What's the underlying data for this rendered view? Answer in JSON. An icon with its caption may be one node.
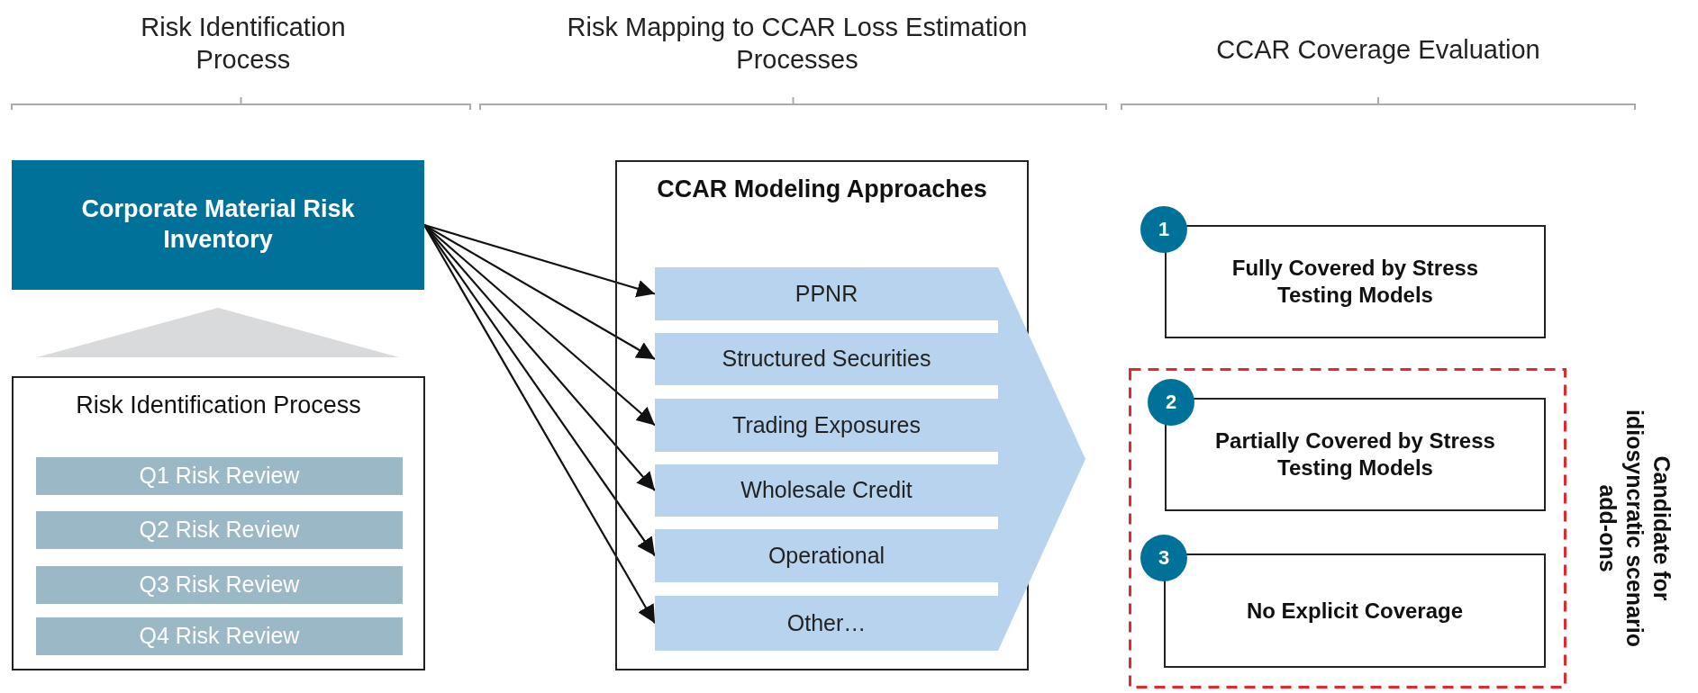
{
  "diagram": {
    "nodes": [
      {
        "text": [
          "Corporate Material Risk Inventory"
        ]
      },
      {
        "text": [],
        "shape": "triangle"
      },
      {
        "text": [
          "Risk Identification Process"
        ]
      },
      {
        "text": [
          "Q1 Risk Review"
        ],
        "in": 2
      },
      {
        "text": [
          "Q2 Risk Review"
        ],
        "in": 2
      },
      {
        "text": [
          "Q3 Risk Review"
        ],
        "in": 2
      },
      {
        "text": [
          "Q4 Risk Review"
        ],
        "in": 2
      },
      {
        "text": [
          "CCAR Modeling Approaches"
        ]
      },
      {
        "text": [
          "PPNR"
        ],
        "in": 7
      },
      {
        "text": [
          "Structured Securities"
        ],
        "in": 7
      },
      {
        "text": [
          "Trading Exposures"
        ],
        "in": 7
      },
      {
        "text": [
          "Wholesale Credit"
        ],
        "in": 7
      },
      {
        "text": [
          "Operational"
        ],
        "in": 7
      },
      {
        "text": [
          "Other…"
        ],
        "in": 7
      },
      {
        "text": [],
        "shape": "chevron"
      },
      {
        "text": [
          "1"
        ]
      },
      {
        "text": [
          "Fully Covered by Stress Testing Models"
        ]
      },
      {
        "text": [],
        "shape": "box",
        "beside": [
          "Candidate for idiosyncratic scenario add-ons"
        ]
      },
      {
        "text": [
          "2"
        ],
        "in": 17
      },
      {
        "text": [
          "Partially Covered by Stress Testing Models"
        ],
        "in": 17
      },
      {
        "text": [
          "3"
        ],
        "in": 17
      },
      {
        "text": [
          "No Explicit Coverage"
        ],
        "in": 17
      }
    ],
    "edges": [
      {
        "from": 0,
        "to": 8,
        "arrow": "to"
      },
      {
        "from": 0,
        "to": 9,
        "arrow": "to"
      },
      {
        "from": 0,
        "to": 10,
        "arrow": "to"
      },
      {
        "from": 0,
        "to": 11,
        "arrow": "to"
      },
      {
        "from": 0,
        "to": 12,
        "arrow": "to"
      },
      {
        "from": 0,
        "to": 13,
        "arrow": "to"
      }
    ],
    "labels": [
      "Risk Identification Process",
      "Risk Mapping to CCAR Loss Estimation Processes",
      "CCAR Coverage Evaluation"
    ]
  }
}
